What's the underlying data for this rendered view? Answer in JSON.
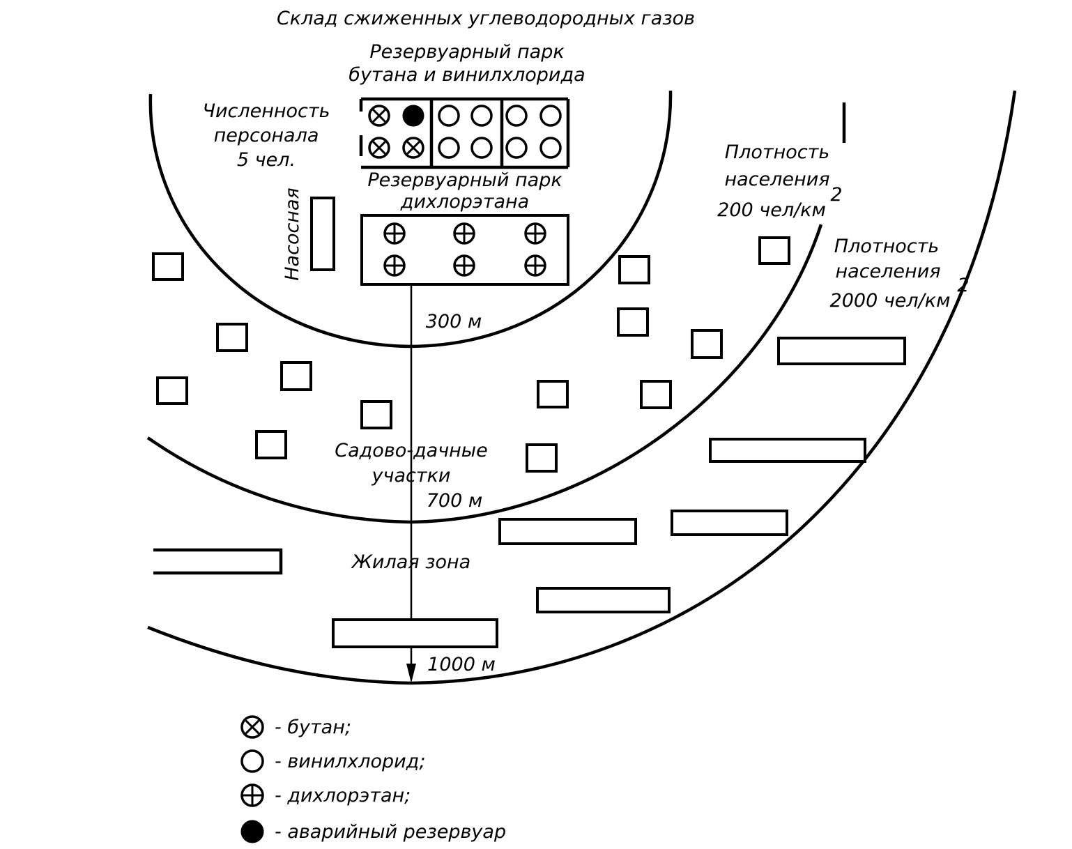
{
  "title": "Склад сжиженных углеводородных газов",
  "park_butane_vinyl": {
    "line1": "Резервуарный парк",
    "line2": "бутана и винилхлорида"
  },
  "staff": {
    "line1": "Численность",
    "line2": "персонала",
    "line3": "5 чел."
  },
  "park_dichloroethane": {
    "line1": "Резервуарный парк",
    "line2": "дихлорэтана"
  },
  "pump_station": "Насосная",
  "density_200": {
    "line1": "Плотность",
    "line2": "населения",
    "line3": "200 чел/км",
    "sup": "2"
  },
  "density_2000": {
    "line1": "Плотность",
    "line2": "населения",
    "line3": "2000 чел/км",
    "sup": "2"
  },
  "distances": {
    "d300": "300 м",
    "d700": "700 м",
    "d1000": "1000 м"
  },
  "zones": {
    "garden_line1": "Садово-дачные",
    "garden_line2": "участки",
    "residential": "Жилая зона"
  },
  "legend": [
    {
      "icon": "butane-tank-icon",
      "label": "- бутан;"
    },
    {
      "icon": "vinyl-chloride-tank-icon",
      "label": "- винилхлорид;"
    },
    {
      "icon": "dichloroethane-tank-icon",
      "label": "- дихлорэтан;"
    },
    {
      "icon": "emergency-tank-icon",
      "label": "- аварийный резервуар"
    }
  ],
  "tanks_butane_vinyl": [
    "butane",
    "emergency",
    "vinyl_chloride",
    "vinyl_chloride",
    "vinyl_chloride",
    "vinyl_chloride",
    "butane",
    "butane",
    "vinyl_chloride",
    "vinyl_chloride",
    "vinyl_chloride",
    "vinyl_chloride"
  ],
  "tanks_dichloroethane": [
    "dichloroethane",
    "dichloroethane",
    "dichloroethane",
    "dichloroethane",
    "dichloroethane",
    "dichloroethane"
  ]
}
